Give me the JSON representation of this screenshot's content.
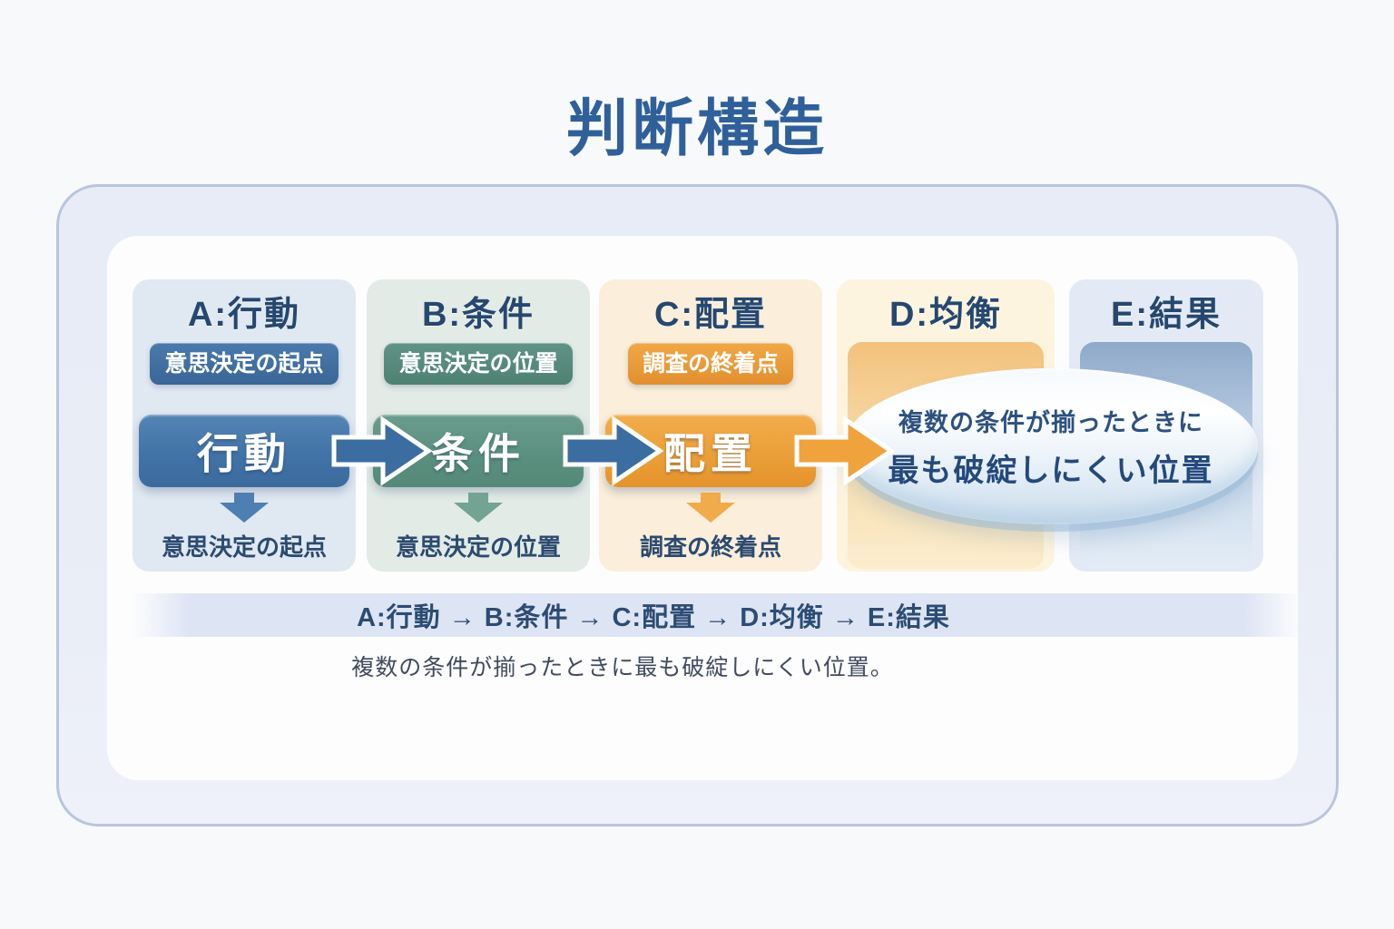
{
  "title": "判断構造",
  "columns": [
    {
      "id": "A",
      "header": "A:行動",
      "badge": "意思決定の起点",
      "box": "行動",
      "label": "意思決定の起点"
    },
    {
      "id": "B",
      "header": "B:条件",
      "badge": "意思決定の位置",
      "box": "条件",
      "label": "意思決定の位置"
    },
    {
      "id": "C",
      "header": "C:配置",
      "badge": "調査の終着点",
      "box": "配置",
      "label": "調査の終着点"
    },
    {
      "id": "D",
      "header": "D:均衡"
    },
    {
      "id": "E",
      "header": "E:結果"
    }
  ],
  "result_ellipse": {
    "line1": "複数の条件が揃ったときに",
    "line2": "最も破綻しにくい位置"
  },
  "flow_summary": "A:行動 → B:条件 → C:配置 → D:均衡 → E:結果",
  "caption": "複数の条件が揃ったときに最も破綻しにくい位置。",
  "colors": {
    "title_text": "#30609a",
    "navy_text": "#26486f",
    "blue": "#3f6fa1",
    "green": "#55897a",
    "orange": "#e9992f",
    "band_bg": "#dbe3f2",
    "panel_bg": "#fdfdfe",
    "container_border": "#b8c5dd"
  }
}
